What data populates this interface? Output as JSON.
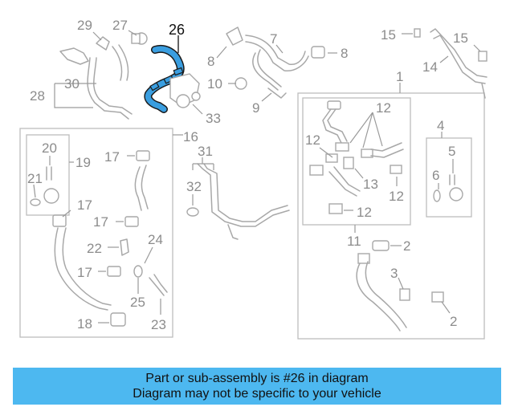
{
  "diagram": {
    "highlight": {
      "number": "26",
      "color": "#3a9ee0"
    },
    "labels": {
      "l1": "1",
      "l2a": "2",
      "l2b": "2",
      "l3": "3",
      "l4": "4",
      "l5": "5",
      "l6": "6",
      "l7": "7",
      "l8a": "8",
      "l8b": "8",
      "l9": "9",
      "l10": "10",
      "l11": "11",
      "l12a": "12",
      "l12b": "12",
      "l12c": "12",
      "l12d": "12",
      "l13": "13",
      "l14": "14",
      "l15a": "15",
      "l15b": "15",
      "l16": "16",
      "l17a": "17",
      "l17b": "17",
      "l17c": "17",
      "l17d": "17",
      "l18": "18",
      "l19": "19",
      "l20": "20",
      "l21": "21",
      "l22": "22",
      "l23": "23",
      "l24": "24",
      "l25": "25",
      "l27": "27",
      "l28": "28",
      "l29": "29",
      "l30": "30",
      "l31": "31",
      "l32": "32",
      "l33": "33"
    }
  },
  "banner": {
    "line1": "Part or sub-assembly is #26 in diagram",
    "line2": "Diagram may not be specific to your vehicle",
    "color": "#4db8f0"
  }
}
